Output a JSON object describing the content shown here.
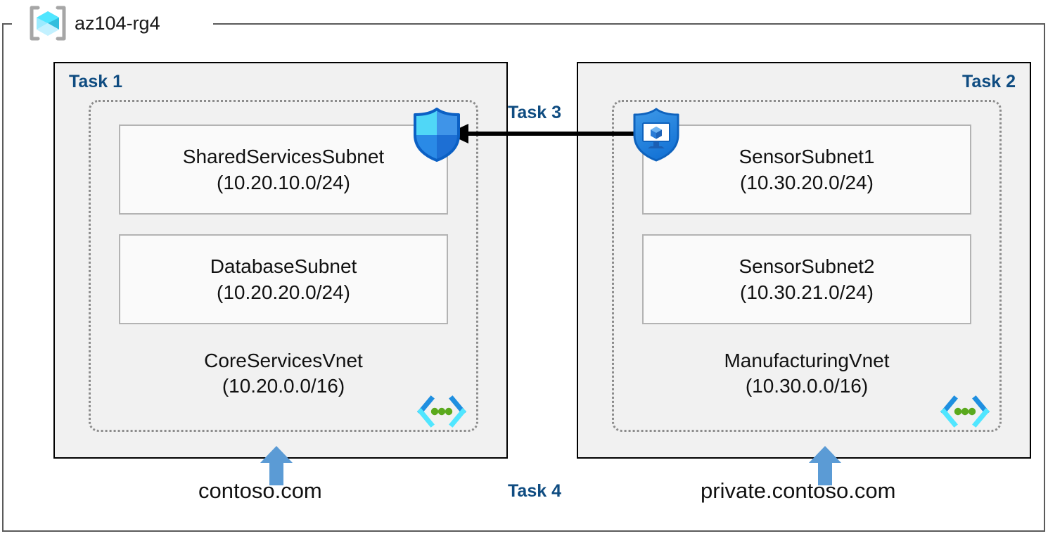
{
  "resource_group": {
    "name": "az104-rg4",
    "icon": "azure-resource-group-cube-icon"
  },
  "tasks": {
    "task1_label": "Task 1",
    "task2_label": "Task 2",
    "task3_label": "Task 3",
    "task4_label": "Task 4"
  },
  "vnets": [
    {
      "task_label": "Task 1",
      "name": "CoreServicesVnet",
      "cidr": "(10.20.0.0/16)",
      "icon": "virtual-network-icon",
      "dns_zone": "contoso.com",
      "subnets": [
        {
          "name": "SharedServicesSubnet",
          "cidr": "(10.20.10.0/24)"
        },
        {
          "name": "DatabaseSubnet",
          "cidr": "(10.20.20.0/24)"
        }
      ]
    },
    {
      "task_label": "Task 2",
      "name": "ManufacturingVnet",
      "cidr": "(10.30.0.0/16)",
      "icon": "virtual-network-icon",
      "dns_zone": "private.contoso.com",
      "subnets": [
        {
          "name": "SensorSubnet1",
          "cidr": "(10.30.20.0/24)"
        },
        {
          "name": "SensorSubnet2",
          "cidr": "(10.30.21.0/24)"
        }
      ]
    }
  ],
  "icons": {
    "nsg_shield": "network-security-group-shield-icon",
    "vm_shield": "virtual-machine-shield-icon",
    "peering_arrow": "peering-arrow-left-icon",
    "dns_arrow": "dns-up-arrow-icon"
  },
  "colors": {
    "task_label": "#0f4C81",
    "panel_fill": "#f1f1f1",
    "panel_border": "#000000",
    "vnet_border": "#8c8c8c",
    "subnet_border": "#b3b3b3",
    "rg_border": "#5a5a5a",
    "arrow_blue": "#5b9bd5",
    "arrow_black": "#000000",
    "cube_cyan": "#50e6ff",
    "vnet_icon_green": "#5aa91d"
  }
}
